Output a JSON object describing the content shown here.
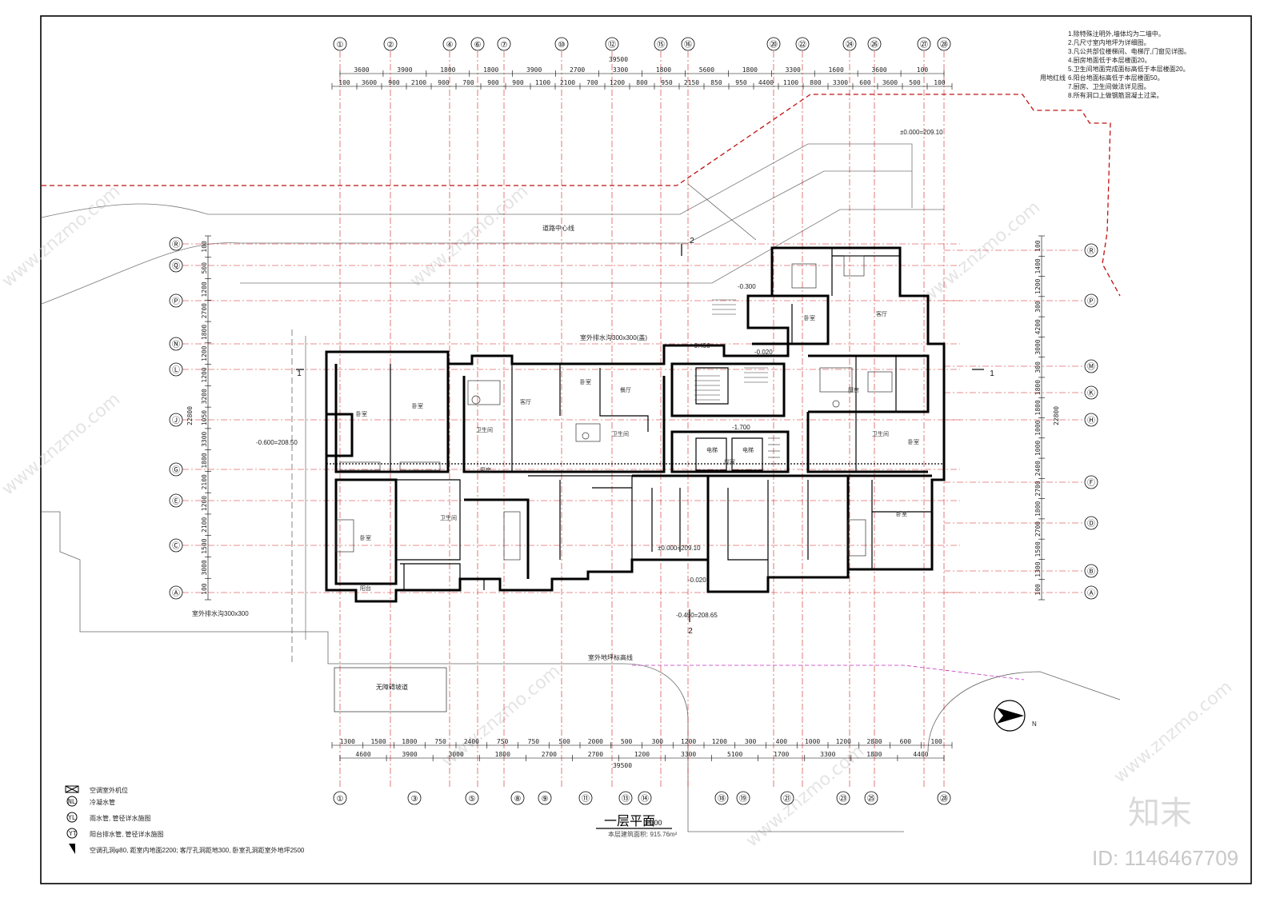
{
  "drawing": {
    "title": "一层平面",
    "scale": "1:100",
    "subtitle": "本层建筑面积: 915.76m²",
    "top_overall_dim": "39500",
    "bottom_overall_dim": "39500",
    "left_overall_dim": "22800",
    "right_overall_dim": "22800",
    "elev_zero": "±0.000=209.10",
    "elev_zero_2": "±0.000=209.10",
    "elev_ext": "-0.600=208.50",
    "elev_ext2": "-0.450=208.65",
    "elev_1": "-0.300",
    "elev_2": "-0.450",
    "elev_3": "-0.020",
    "elev_4": "-0.020",
    "elev_5": "-1.700",
    "road_label": "道路中心线",
    "redline_label": "用地红线",
    "setback_label": "室外地坪标高线",
    "drain_label": "室外排水沟300x300",
    "drain_label_2": "室外排水沟300x300(盖)",
    "ramp_label": "无障碍坡道",
    "north": "N",
    "section_mark": "2",
    "section_mark_1": "1",
    "watermark_id": "ID: 1146467709",
    "watermark_brand": "知末",
    "watermark_url": "www.znzmo.com"
  },
  "notes": [
    "1.除特殊注明外,墙体均为二墙中。",
    "2.凡尺寸室内地坪为详细图。",
    "3.凡公共部位楼梯间、电梯厅,门窗见详图。",
    "4.厨房地面低于本层楼面20。",
    "5.卫生间地面完成面标高低于本层楼面20。",
    "6.阳台地面标高低于本层楼面50。",
    "7.厨房、卫生间做法详见图。",
    "8.所有洞口上做钢筋混凝土过梁。"
  ],
  "top_axes": [
    "①",
    "②",
    "④",
    "⑥",
    "⑦",
    "⑩",
    "⑫",
    "⑮",
    "⑯",
    "⑳",
    "㉒",
    "㉔",
    "㉖",
    "㉗",
    "㉘"
  ],
  "bottom_axes": [
    "①",
    "③",
    "⑤",
    "⑧",
    "⑨",
    "⑪",
    "⑬",
    "⑭",
    "⑱",
    "⑲",
    "㉑",
    "㉓",
    "㉕",
    "㉘"
  ],
  "left_axes": [
    "Ⓡ",
    "Ⓠ",
    "Ⓟ",
    "Ⓝ",
    "Ⓛ",
    "Ⓙ",
    "Ⓖ",
    "Ⓔ",
    "Ⓒ",
    "Ⓐ"
  ],
  "right_axes": [
    "Ⓡ",
    "Ⓟ",
    "Ⓜ",
    "Ⓚ",
    "Ⓗ",
    "Ⓕ",
    "Ⓓ",
    "Ⓑ",
    "Ⓐ"
  ],
  "top_dims_row1": [
    "3600",
    "3900",
    "1800",
    "1800",
    "3900",
    "2700",
    "3300",
    "1800",
    "5600",
    "1800",
    "3300",
    "1600",
    "3600",
    "100"
  ],
  "top_dims_row2": [
    "100",
    "3600",
    "900",
    "2100",
    "900",
    "700",
    "900",
    "900",
    "1100",
    "2100",
    "700",
    "1200",
    "800",
    "950",
    "2150",
    "850",
    "950",
    "4400",
    "1100",
    "800",
    "3300",
    "600",
    "3600",
    "500",
    "100"
  ],
  "bottom_dims_row1": [
    "1300",
    "1500",
    "1800",
    "750",
    "2400",
    "750",
    "750",
    "500",
    "2000",
    "500",
    "300",
    "1200",
    "1200",
    "300",
    "400",
    "1000",
    "1200",
    "2800",
    "600",
    "100"
  ],
  "bottom_dims_row2": [
    "4600",
    "3900",
    "3000",
    "1800",
    "2700",
    "2700",
    "1200",
    "3300",
    "5100",
    "1700",
    "3300",
    "1800",
    "4400"
  ],
  "left_dims": [
    "100",
    "500",
    "1200",
    "2700",
    "1800",
    "1200",
    "1200",
    "3200",
    "1050",
    "3300",
    "1800",
    "2100",
    "1200",
    "2100",
    "1500",
    "3000",
    "100"
  ],
  "right_dims": [
    "100",
    "1400",
    "1200",
    "300",
    "4200",
    "3000",
    "300",
    "1800",
    "1800",
    "1000",
    "1000",
    "2400",
    "2700",
    "1800",
    "2700",
    "1500",
    "1300",
    "100"
  ],
  "rooms": [
    {
      "label": "卧室"
    },
    {
      "label": "卧室"
    },
    {
      "label": "卫生间"
    },
    {
      "label": "厨房"
    },
    {
      "label": "客厅"
    },
    {
      "label": "卫生间"
    },
    {
      "label": "卧室"
    },
    {
      "label": "餐厅"
    },
    {
      "label": "卧室"
    },
    {
      "label": "卫生间"
    },
    {
      "label": "前室"
    },
    {
      "label": "电梯"
    },
    {
      "label": "电梯"
    },
    {
      "label": "卧室"
    },
    {
      "label": "客厅"
    },
    {
      "label": "卫生间"
    },
    {
      "label": "卧室"
    },
    {
      "label": "厨房"
    },
    {
      "label": "卧室"
    },
    {
      "label": "阳台"
    }
  ],
  "legend": [
    {
      "label": "空调室外机位"
    },
    {
      "label": "冷凝水管"
    },
    {
      "label": "雨水管, 管径详水施图"
    },
    {
      "label": "阳台排水管, 管径详水施图"
    },
    {
      "label": "空调孔洞φ80, 距室内地面2200; 客厅孔洞距地300, 卧室孔洞距室外地坪2500"
    }
  ]
}
